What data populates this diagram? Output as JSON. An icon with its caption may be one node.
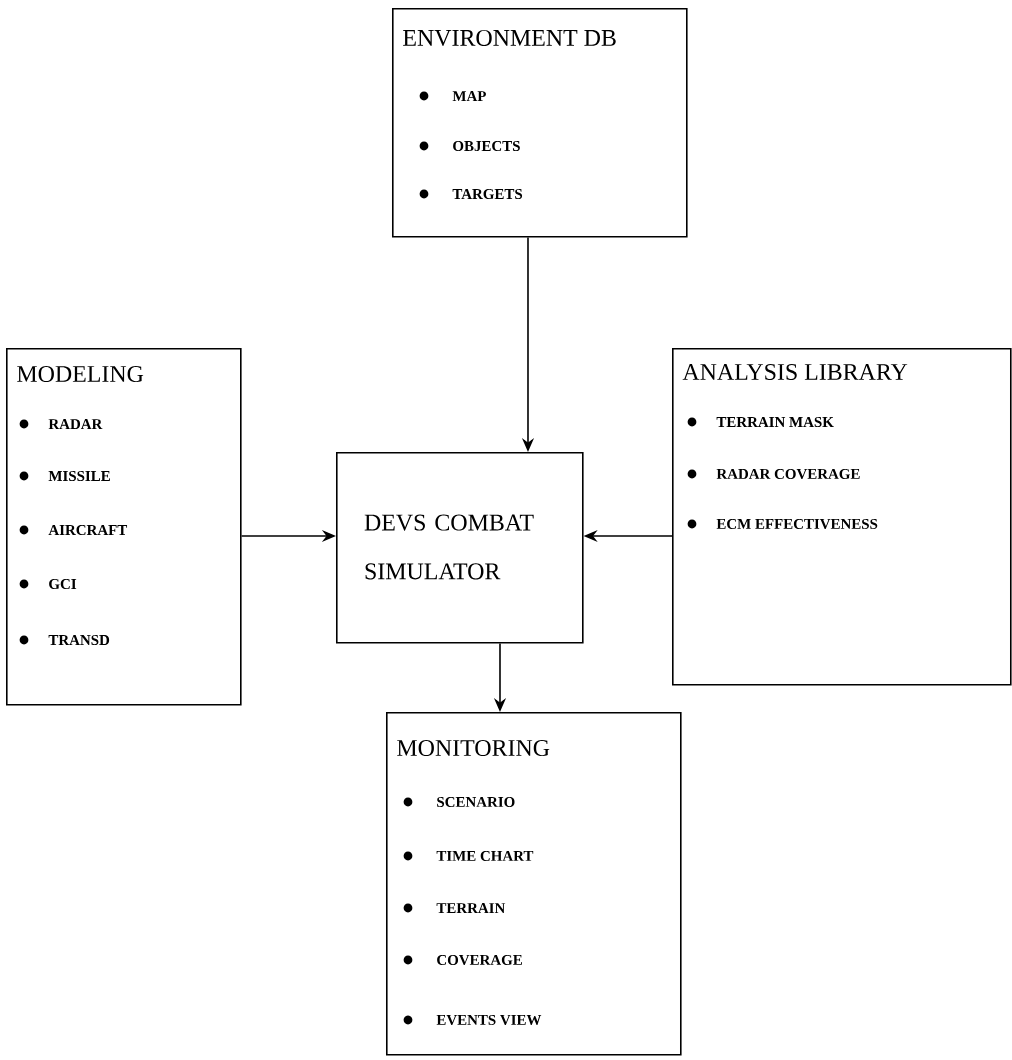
{
  "diagram": {
    "nodes": [
      {
        "text": [
          "ENVIRONMENT DB",
          "MAP",
          "OBJECTS",
          "TARGETS"
        ]
      },
      {
        "text": [
          "MODELING",
          "RADAR",
          "MISSILE",
          "AIRCRAFT",
          "GCI",
          "TRANSD"
        ]
      },
      {
        "text": [
          "DEVS COMBAT SIMULATOR"
        ]
      },
      {
        "text": [
          "ANALYSIS LIBRARY",
          "TERRAIN MASK",
          "RADAR COVERAGE",
          "ECM EFFECTIVENESS"
        ]
      },
      {
        "text": [
          "MONITORING",
          "SCENARIO",
          "TIME CHART",
          "TERRAIN",
          "COVERAGE",
          "EVENTS VIEW"
        ]
      }
    ],
    "edges": [
      {
        "from": 0,
        "to": 2,
        "arrow": "to"
      },
      {
        "from": 1,
        "to": 2,
        "arrow": "to"
      },
      {
        "from": 3,
        "to": 2,
        "arrow": "to"
      },
      {
        "from": 2,
        "to": 4,
        "arrow": "to"
      }
    ]
  }
}
